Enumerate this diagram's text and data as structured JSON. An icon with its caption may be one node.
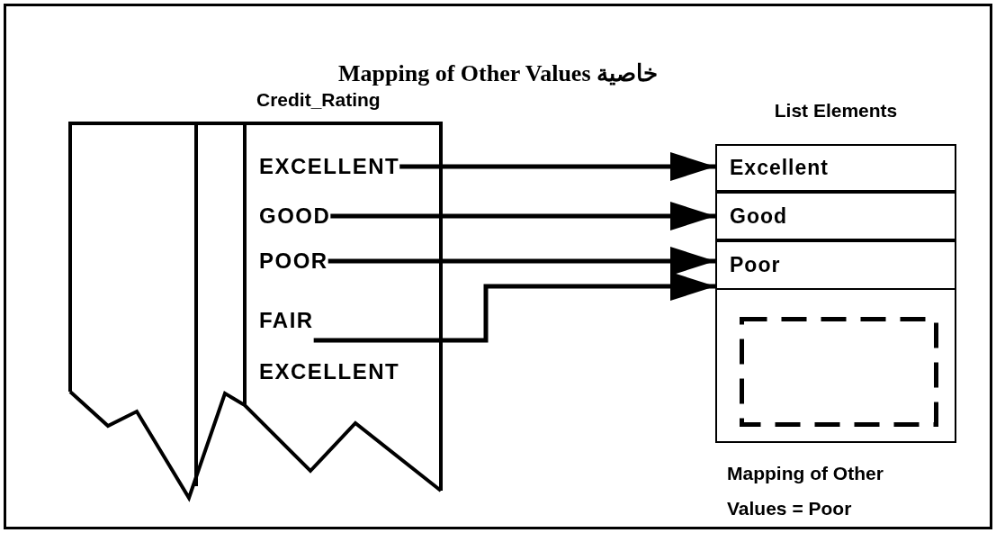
{
  "diagram": {
    "title": "Mapping of Other Values خاصية",
    "nodes": [
      {
        "text": [
          "Credit_Rating"
        ]
      },
      {
        "text": [
          "EXCELLENT"
        ],
        "in": 0
      },
      {
        "text": [
          "GOOD"
        ],
        "in": 0
      },
      {
        "text": [
          "POOR"
        ],
        "in": 0
      },
      {
        "text": [
          "FAIR"
        ],
        "in": 0
      },
      {
        "text": [
          "EXCELLENT"
        ],
        "in": 0
      },
      {
        "text": [
          "List Elements"
        ],
        "beside": [
          "Mapping of Other Values = Poor"
        ]
      },
      {
        "text": [
          "Excellent"
        ],
        "in": 6
      },
      {
        "text": [
          "Good"
        ],
        "in": 6
      },
      {
        "text": [
          "Poor"
        ],
        "in": 6
      },
      {
        "text": [],
        "shape": "box",
        "in": 6
      }
    ],
    "edges": [
      {
        "from": 1,
        "to": 7,
        "arrow": "to"
      },
      {
        "from": 2,
        "to": 8,
        "arrow": "to"
      },
      {
        "from": 3,
        "to": 9,
        "arrow": "to"
      },
      {
        "from": 4,
        "to": 9,
        "arrow": "to"
      }
    ]
  }
}
